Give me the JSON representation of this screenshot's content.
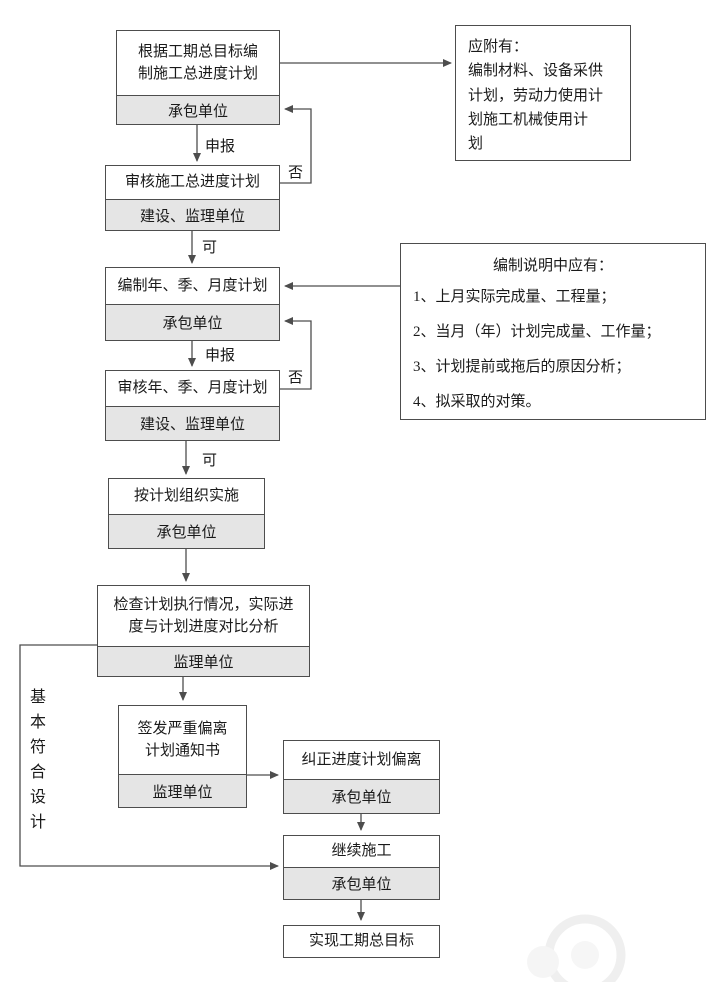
{
  "colors": {
    "background": "#ffffff",
    "border": "#4d4d4d",
    "line": "#4d4d4d",
    "fill_gray": "#e5e5e5"
  },
  "nodes": [
    {
      "title": "根据工期总目标编\n制施工总进度计划",
      "actor": "承包单位"
    },
    {
      "title": "审核施工总进度计划",
      "actor": "建设、监理单位"
    },
    {
      "title": "编制年、季、月度计划",
      "actor": "承包单位"
    },
    {
      "title": "审核年、季、月度计划",
      "actor": "建设、监理单位"
    },
    {
      "title": "按计划组织实施",
      "actor": "承包单位"
    },
    {
      "title": "检查计划执行情况，实际进\n度与计划进度对比分析",
      "actor": "监理单位"
    },
    {
      "title": "签发严重偏离\n计划通知书",
      "actor": "监理单位"
    },
    {
      "title": "纠正进度计划偏离",
      "actor": "承包单位"
    },
    {
      "title": "继续施工",
      "actor": "承包单位"
    },
    {
      "title": "实现工期总目标"
    }
  ],
  "labels": {
    "submit_1": "申报",
    "reject_1": "否",
    "approve_1": "可",
    "submit_2": "申报",
    "reject_2": "否",
    "approve_2": "可",
    "basic_fit": "基本符合设计"
  },
  "notes": {
    "attachment": {
      "title": "应附有：",
      "body": "编制材料、设备采供\n计划，劳动力使用计\n划施工机械使用计\n划"
    },
    "explanation": {
      "title": "编制说明中应有：",
      "items": [
        "1、上月实际完成量、工程量；",
        "2、当月（年）计划完成量、工作量；",
        "3、计划提前或拖后的原因分析；",
        "4、拟采取的对策。"
      ]
    }
  }
}
